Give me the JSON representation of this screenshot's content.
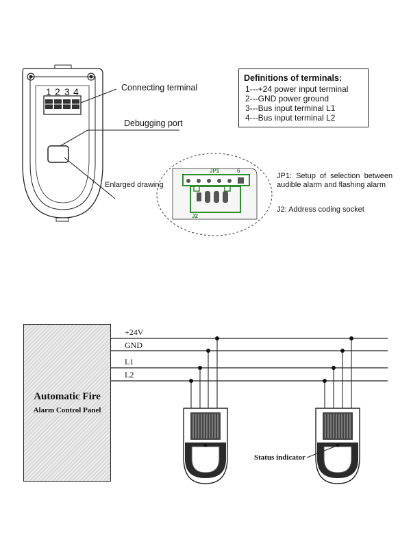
{
  "device": {
    "terminal_numbers": [
      "1",
      "2",
      "3",
      "4"
    ],
    "connecting_terminal_label": "Connecting terminal",
    "debugging_port_label": "Debugging port",
    "enlarged_drawing_label": "Enlarged drawing"
  },
  "definitions": {
    "title": "Definitions of terminals:",
    "lines": [
      "1---+24 power input terminal",
      "2---GND power ground",
      "3---Bus input terminal L1",
      "4---Bus input terminal L2"
    ]
  },
  "enlarged": {
    "jp1_tag": "JP1",
    "pin_tag": "6",
    "j2_tag": "J2",
    "jp1_desc_line1": "JP1: Setup of selection between",
    "jp1_desc_line2": "audible alarm and flashing alarm",
    "j2_desc": "J2: Address coding socket"
  },
  "wiring": {
    "bus_labels": [
      "+24V",
      "GND",
      "L1",
      "L2"
    ],
    "panel_title": "Automatic Fire",
    "panel_subtitle": "Alarm Control Panel",
    "status_indicator_label": "Status indicator"
  },
  "colors": {
    "pcb_green": "#2e8b2e",
    "line": "#111111"
  }
}
